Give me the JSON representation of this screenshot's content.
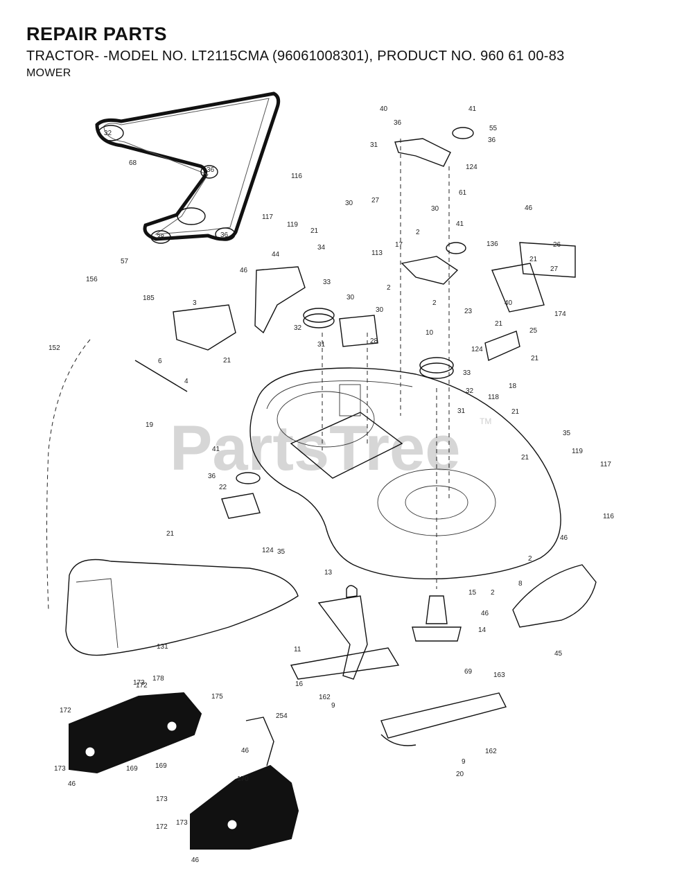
{
  "header": {
    "title": "REPAIR PARTS",
    "subtitle": "TRACTOR- -MODEL NO. LT2115CMA (96061008301), PRODUCT NO. 960 61 00-83",
    "section": "MOWER"
  },
  "watermark": {
    "text": "PartsTree",
    "tm": "TM"
  },
  "part_labels": [
    "40",
    "41",
    "36",
    "55",
    "31",
    "36",
    "68",
    "32",
    "36",
    "38",
    "36",
    "116",
    "117",
    "119",
    "30",
    "27",
    "30",
    "61",
    "124",
    "21",
    "34",
    "17",
    "2",
    "41",
    "113",
    "136",
    "46",
    "26",
    "27",
    "21",
    "57",
    "44",
    "46",
    "156",
    "185",
    "3",
    "33",
    "30",
    "2",
    "30",
    "32",
    "31",
    "28",
    "2",
    "40",
    "23",
    "21",
    "124",
    "10",
    "174",
    "25",
    "21",
    "152",
    "6",
    "21",
    "4",
    "19",
    "33",
    "32",
    "31",
    "118",
    "18",
    "21",
    "41",
    "35",
    "21",
    "119",
    "117",
    "36",
    "22",
    "116",
    "21",
    "124",
    "35",
    "46",
    "13",
    "2",
    "8",
    "15",
    "2",
    "131",
    "46",
    "14",
    "45",
    "11",
    "69",
    "163",
    "162",
    "9",
    "16",
    "173",
    "172",
    "175",
    "178",
    "172",
    "169",
    "254",
    "46",
    "173",
    "46",
    "169",
    "9",
    "170",
    "162",
    "20",
    "173",
    "172",
    "173",
    "46"
  ]
}
